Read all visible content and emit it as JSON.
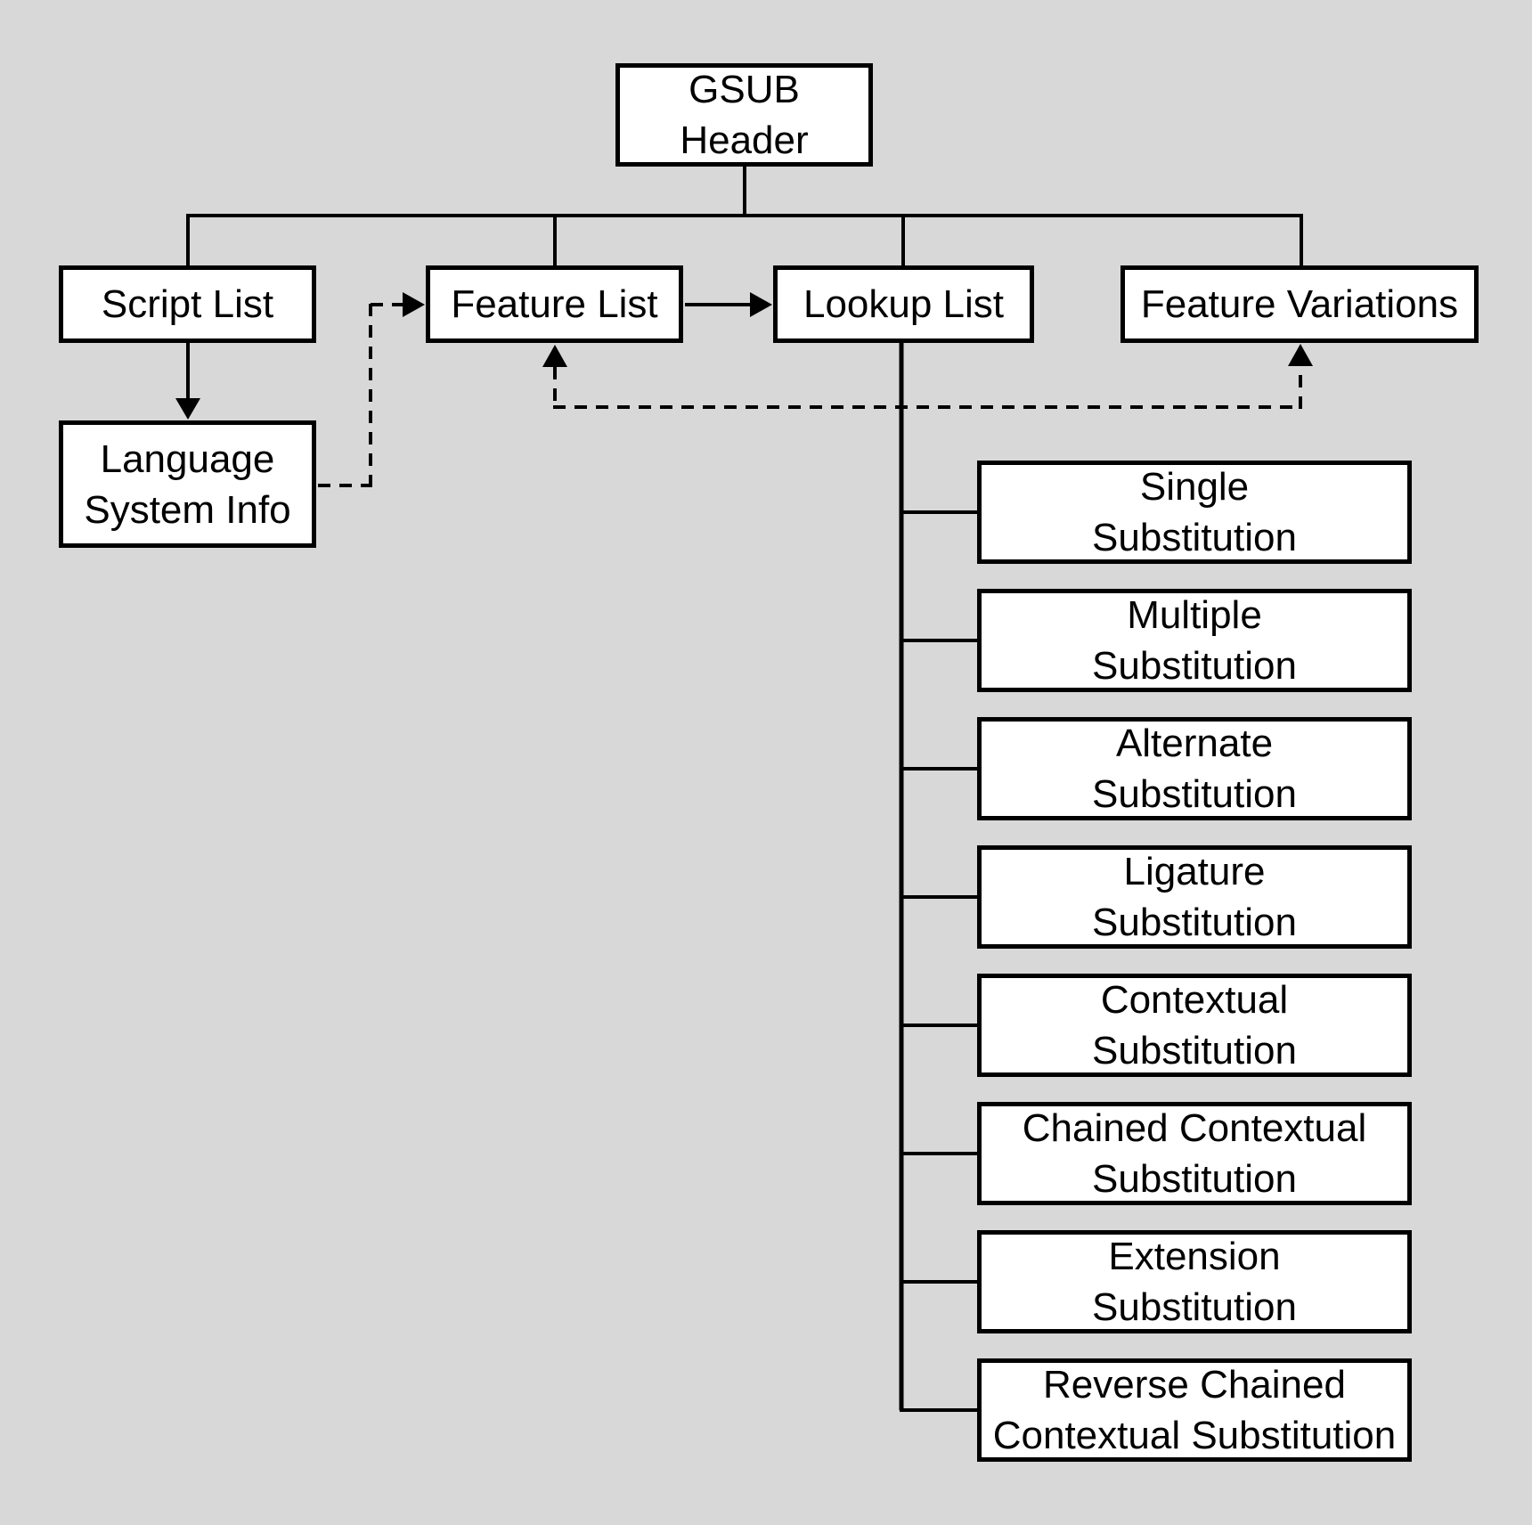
{
  "diagram": {
    "colors": {
      "background": "#d8d8d8",
      "box_fill": "#ffffff",
      "line": "#000000"
    },
    "nodes": {
      "gsub_header": {
        "label": "GSUB\nHeader"
      },
      "script_list": {
        "label": "Script List"
      },
      "feature_list": {
        "label": "Feature List"
      },
      "lookup_list": {
        "label": "Lookup List"
      },
      "feature_variations": {
        "label": "Feature Variations"
      },
      "language_system_info": {
        "label": "Language\nSystem Info"
      }
    },
    "lookup_types": [
      {
        "label": "Single\nSubstitution"
      },
      {
        "label": "Multiple\nSubstitution"
      },
      {
        "label": "Alternate\nSubstitution"
      },
      {
        "label": "Ligature\nSubstitution"
      },
      {
        "label": "Contextual\nSubstitution"
      },
      {
        "label": "Chained Contextual\nSubstitution"
      },
      {
        "label": "Extension\nSubstitution"
      },
      {
        "label": "Reverse Chained\nContextual Substitution"
      }
    ]
  }
}
